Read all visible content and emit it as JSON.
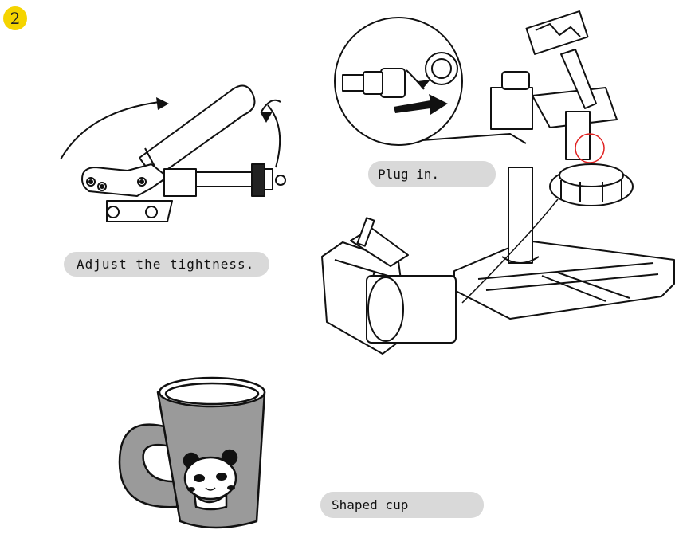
{
  "step": {
    "number": "2"
  },
  "labels": {
    "tightness": "Adjust the tightness.",
    "plug": "Plug in.",
    "cup": "Shaped cup"
  },
  "colors": {
    "badge": "#f5d400",
    "pill": "#d9d9d9",
    "cup": "#9a9a9a",
    "highlight": "#e02020"
  }
}
